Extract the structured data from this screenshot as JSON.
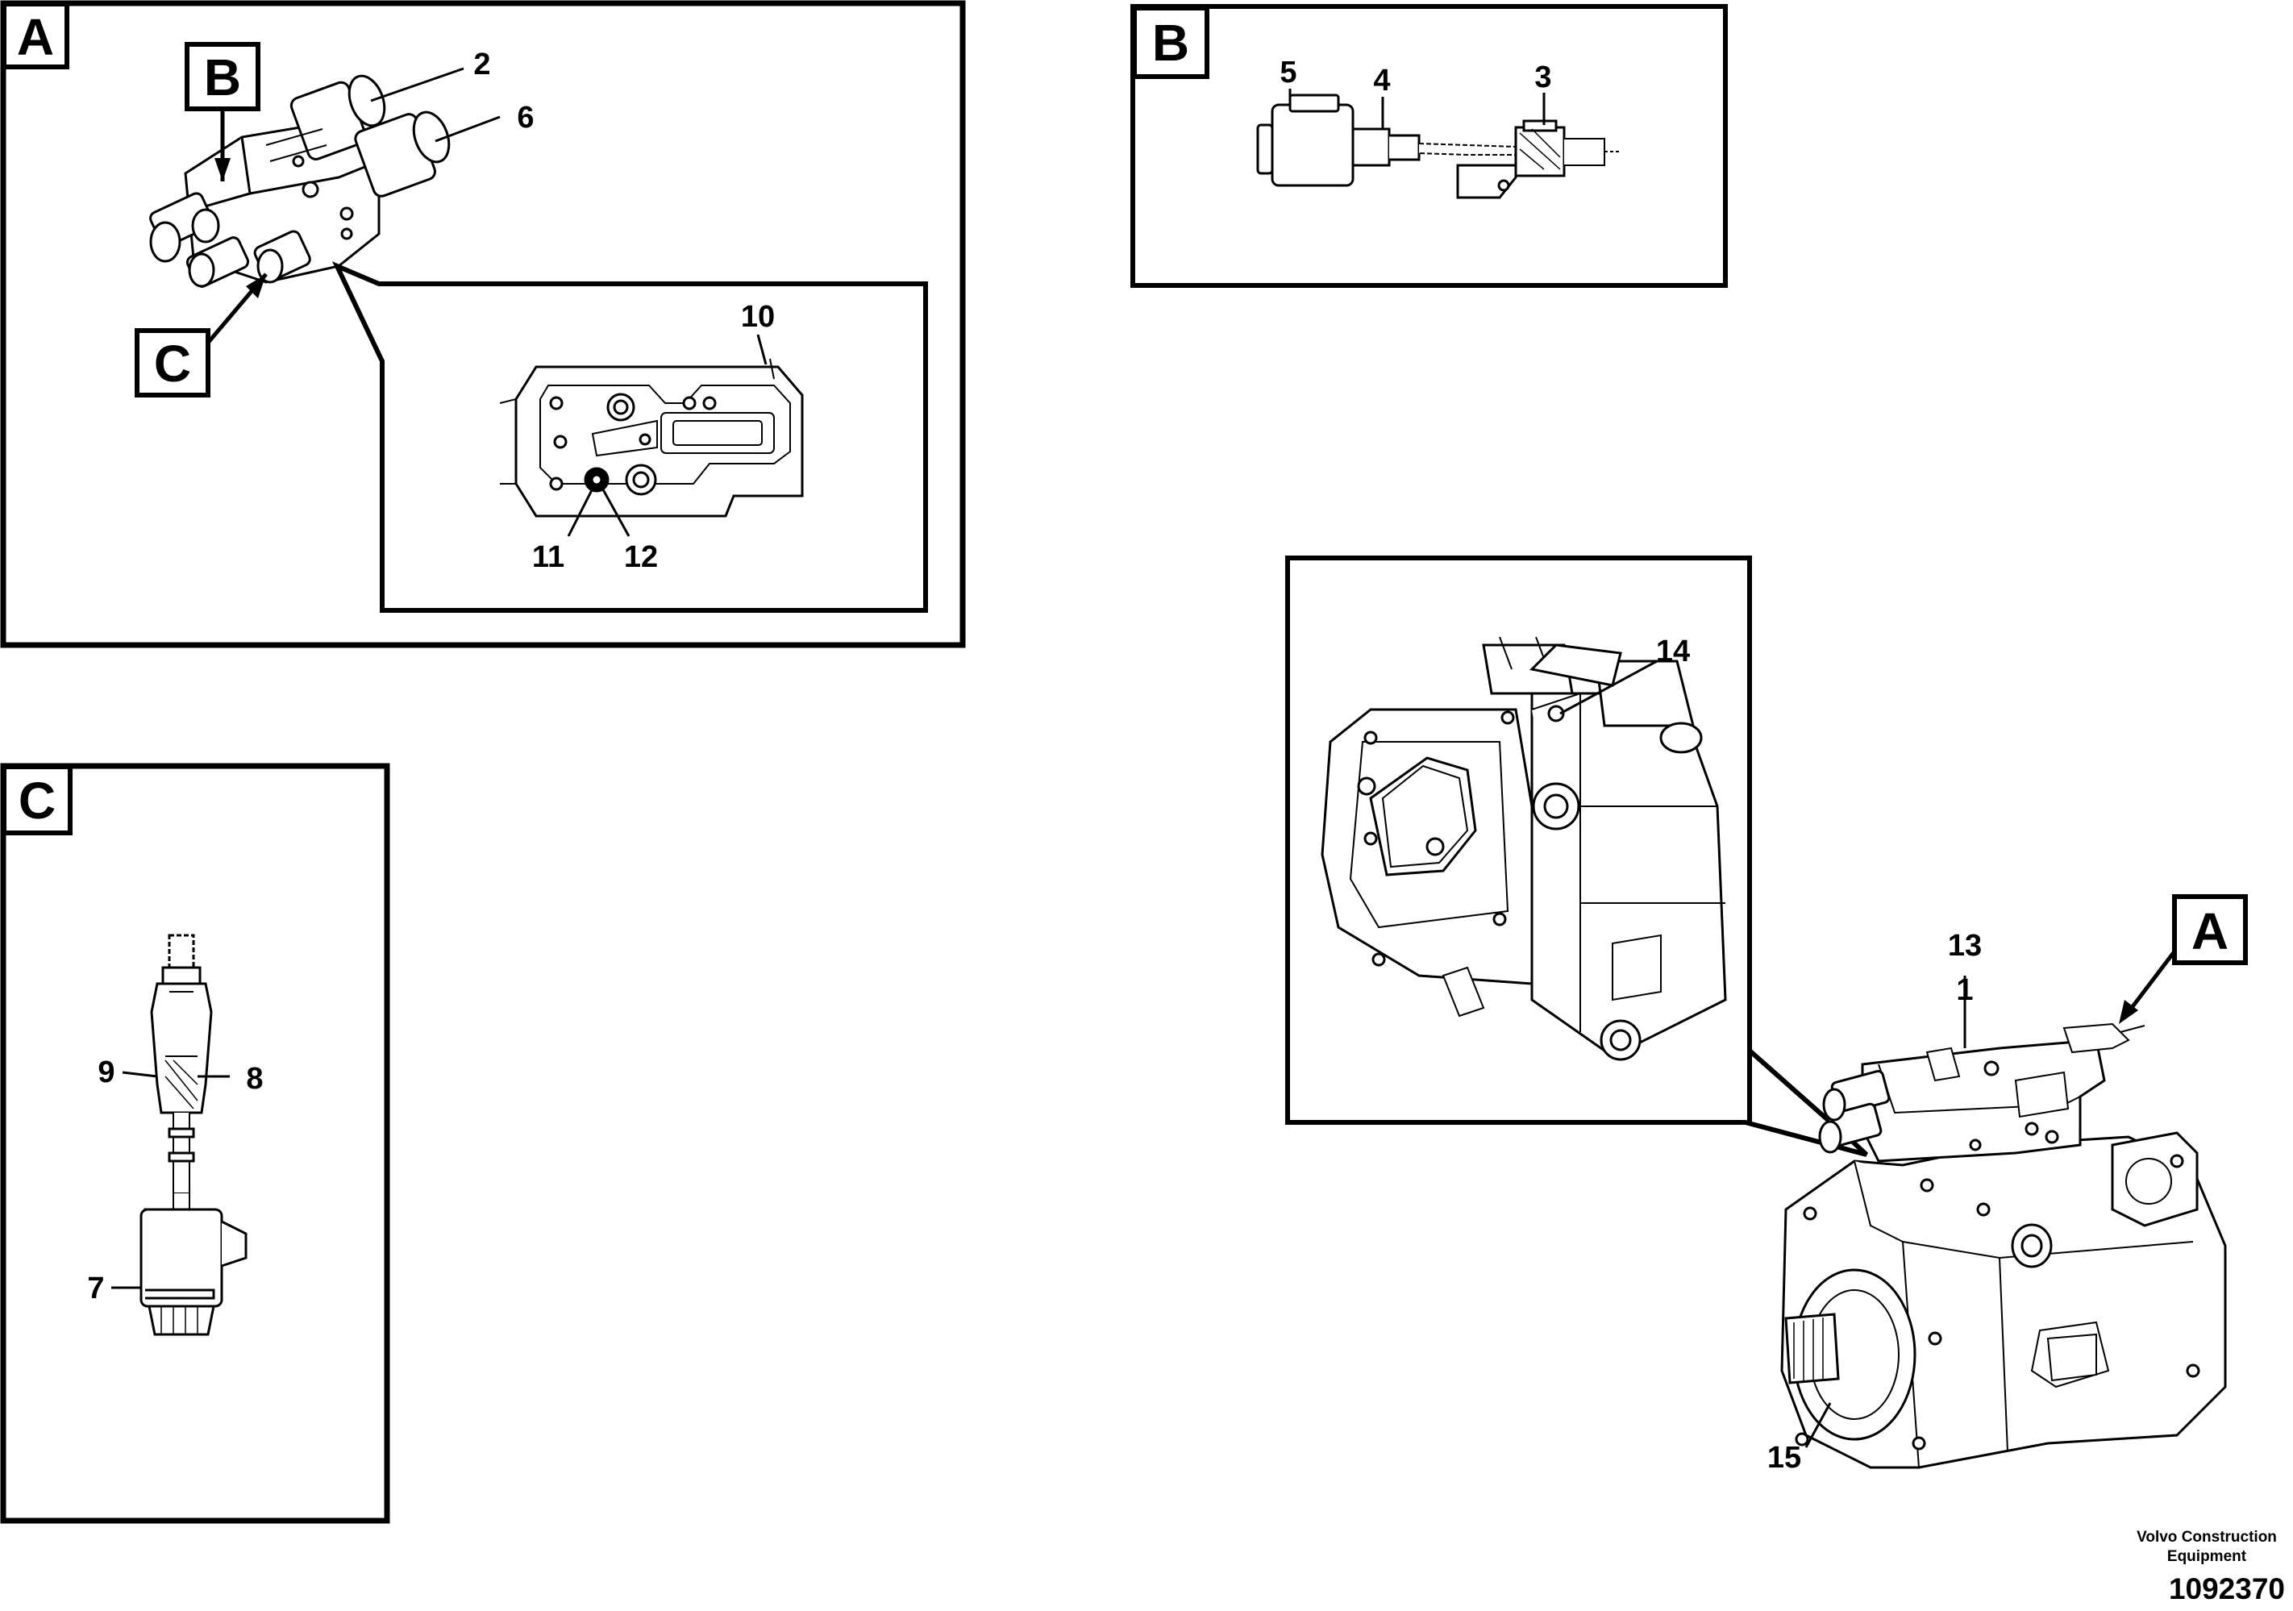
{
  "views": {
    "A": {
      "letter": "A"
    },
    "B": {
      "letter": "B"
    },
    "C": {
      "letter": "C"
    }
  },
  "pointers": {
    "to_B": "B",
    "to_C": "C",
    "to_A": "A"
  },
  "callouts": {
    "c1": "1",
    "c2": "2",
    "c3": "3",
    "c4": "4",
    "c5": "5",
    "c6": "6",
    "c7": "7",
    "c8": "8",
    "c9": "9",
    "c10": "10",
    "c11": "11",
    "c12": "12",
    "c13": "13",
    "c14": "14",
    "c15": "15"
  },
  "footer": {
    "company_line1": "Volvo Construction",
    "company_line2": "Equipment",
    "drawing_number": "1092370"
  }
}
